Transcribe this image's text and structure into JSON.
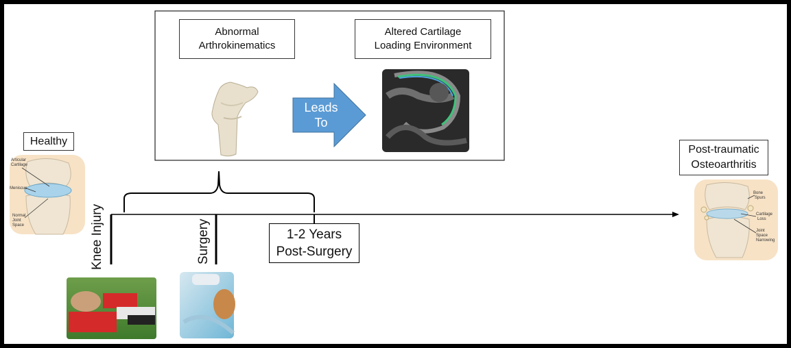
{
  "labels": {
    "abnormal": "Abnormal\nArthrokinematics",
    "altered": "Altered Cartilage\nLoading Environment",
    "leads_to": "Leads\nTo",
    "healthy": "Healthy",
    "post_traumatic": "Post-traumatic\nOsteoarthritis",
    "knee_injury": "Knee Injury",
    "surgery": "Surgery",
    "years": "1-2 Years\nPost-Surgery"
  },
  "healthy_knee_labels": [
    "Articular",
    "Cartilage",
    "Meniscus",
    "Normal",
    "Joint",
    "Space"
  ],
  "oa_knee_labels": [
    "Bone",
    "Spurs",
    "Cartilage",
    "Loss",
    "Joint",
    "Space",
    "Narrowing"
  ],
  "colors": {
    "arrow_blue": "#5b9bd5",
    "border": "#000000",
    "bone": "#e8e0cc",
    "mri_dark": "#2a2a2a"
  }
}
